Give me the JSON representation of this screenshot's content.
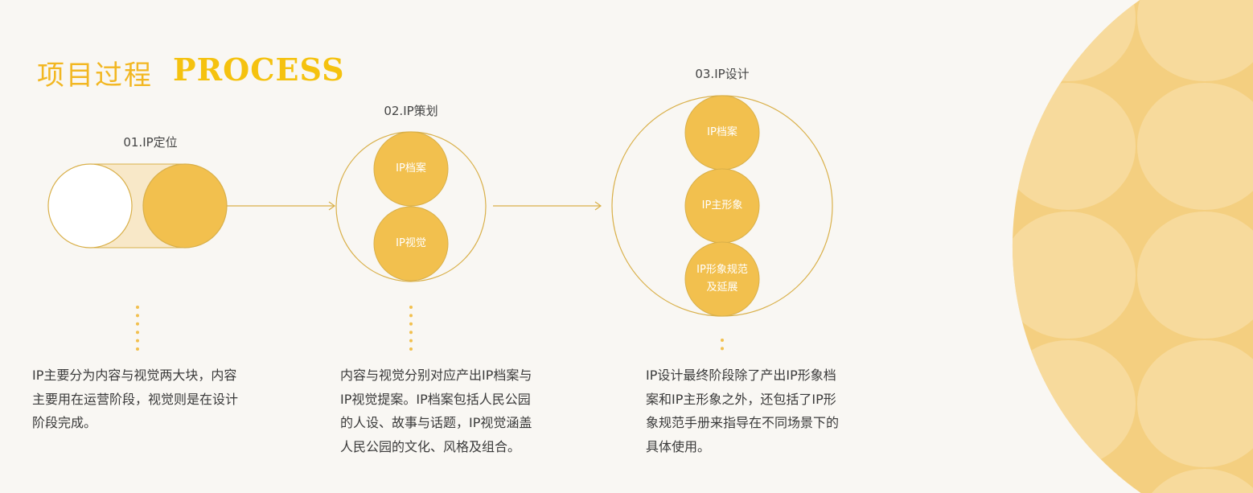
{
  "header": {
    "title_cn": "项目过程",
    "title_en": "PROCESS"
  },
  "colors": {
    "accent": "#f2c04e",
    "title": "#f2b722",
    "outline": "#d9b04a",
    "band": "#f8e8c8",
    "bg": "#f9f7f3",
    "pattern_dark": "#f4cf80",
    "pattern_light": "#f7da9c"
  },
  "stages": [
    {
      "label": "01.IP定位",
      "items": [],
      "desc": [
        "IP主要分为内容与视觉两大块，内容",
        "主要用在运营阶段，视觉则是在设计",
        "阶段完成。"
      ]
    },
    {
      "label": "02.IP策划",
      "items": [
        "IP档案",
        "IP视觉"
      ],
      "desc": [
        "内容与视觉分别对应产出IP档案与",
        "IP视觉提案。IP档案包括人民公园",
        "的人设、故事与话题，IP视觉涵盖",
        "人民公园的文化、风格及组合。"
      ]
    },
    {
      "label": "03.IP设计",
      "items": [
        "IP档案",
        "IP主形象",
        "IP形象规范",
        "及延展"
      ],
      "desc": [
        "IP设计最终阶段除了产出IP形象档",
        "案和IP主形象之外，还包括了IP形",
        "象规范手册来指导在不同场景下的",
        "具体使用。"
      ]
    }
  ]
}
